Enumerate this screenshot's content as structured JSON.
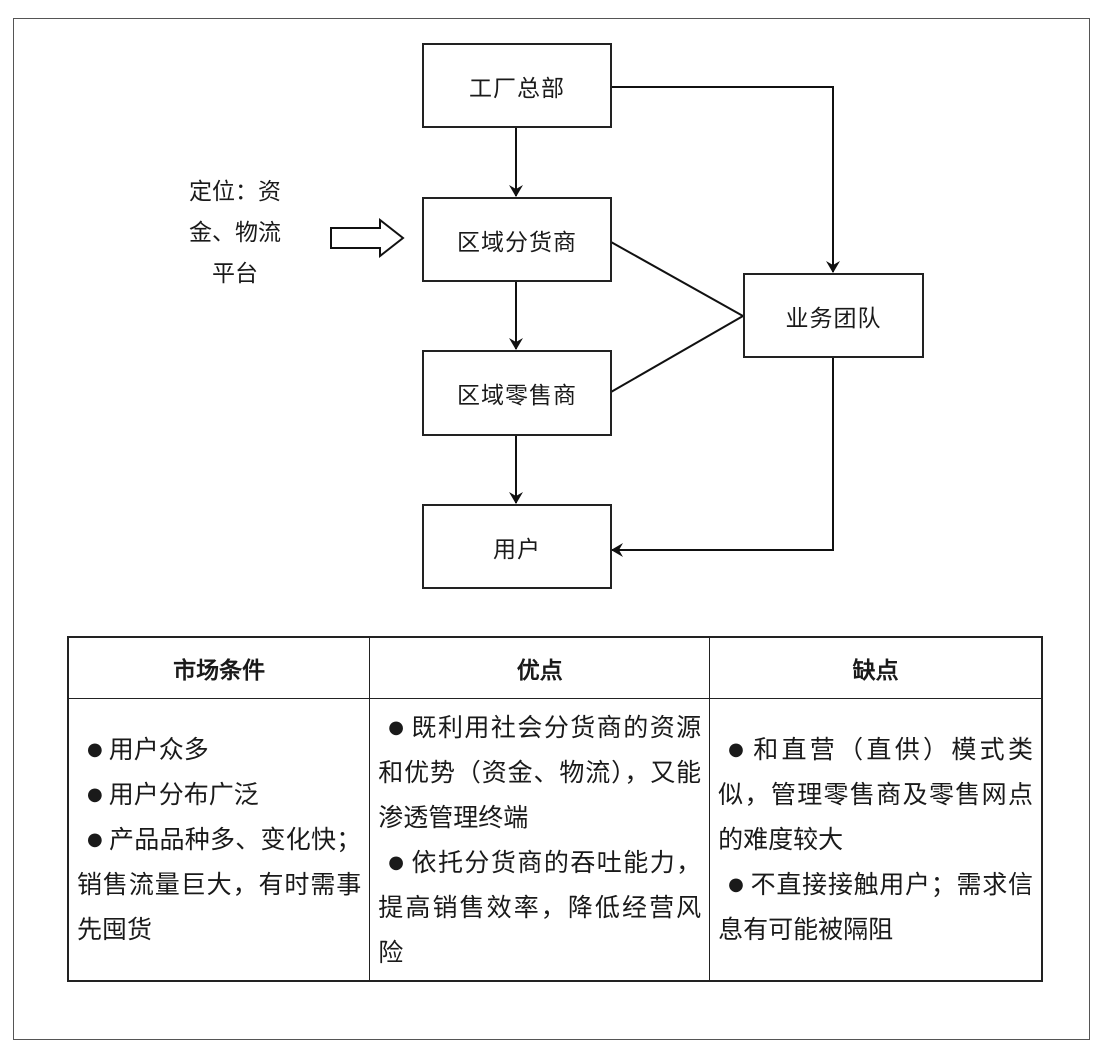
{
  "diagram": {
    "nodes": {
      "factory_hq": "工厂总部",
      "regional_distributor": "区域分货商",
      "regional_retailer": "区域零售商",
      "user": "用户",
      "sales_team": "业务团队"
    },
    "positioning_note": {
      "lines": [
        "定位：资",
        "金、物流",
        "平台"
      ]
    },
    "edges": [
      {
        "from": "factory_hq",
        "to": "regional_distributor",
        "type": "arrow"
      },
      {
        "from": "regional_distributor",
        "to": "regional_retailer",
        "type": "arrow"
      },
      {
        "from": "regional_retailer",
        "to": "user",
        "type": "arrow"
      },
      {
        "from": "factory_hq",
        "to": "sales_team",
        "type": "arrow"
      },
      {
        "from": "sales_team",
        "to": "user",
        "type": "arrow"
      },
      {
        "from": "regional_distributor",
        "to": "sales_team",
        "type": "line"
      },
      {
        "from": "regional_retailer",
        "to": "sales_team",
        "type": "line"
      },
      {
        "from": "positioning_note",
        "to": "regional_distributor",
        "type": "hollow-arrow"
      }
    ]
  },
  "table": {
    "headers": [
      "市场条件",
      "优点",
      "缺点"
    ],
    "columns": [
      {
        "items": [
          "用户众多",
          "用户分布广泛",
          "产品品种多、变化快；销售流量巨大，有时需事先囤货"
        ]
      },
      {
        "items": [
          "既利用社会分货商的资源和优势（资金、物流），又能渗透管理终端",
          "依托分货商的吞吐能力，提高销售效率，降低经营风险"
        ]
      },
      {
        "items": [
          "和直营（直供）模式类似，管理零售商及零售网点的难度较大",
          "不直接接触用户；需求信息有可能被隔阻"
        ]
      }
    ]
  }
}
